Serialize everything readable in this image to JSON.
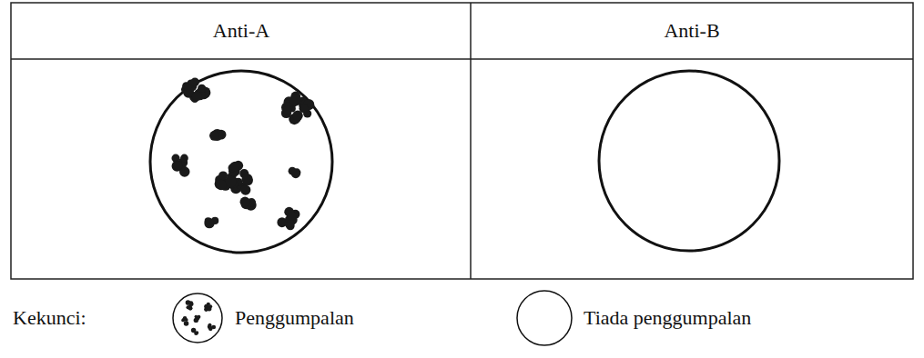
{
  "diagram": {
    "labels": [
      "Anti-A",
      "Anti-B",
      "Kekunci:"
    ],
    "legend": [
      {
        "text": "Penggumpalan"
      },
      {
        "text": "Tiada penggumpalan"
      }
    ]
  }
}
